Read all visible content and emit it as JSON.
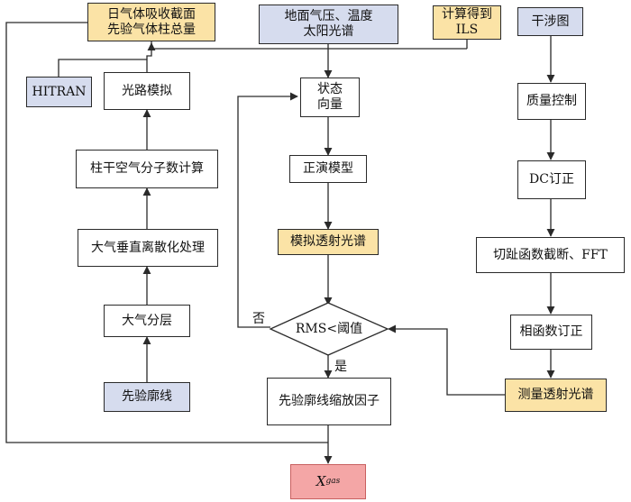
{
  "nodes": {
    "absorption_cross_section": "日气体吸收截面\n先验气体柱总量",
    "surface_pressure": "地面气压、温度\n太阳光谱",
    "compute_ils": "计算得到\nILS",
    "interferogram": "干涉图",
    "hitran": "HITRAN",
    "path_simulation": "光路模拟",
    "state_vector": "状态\n向量",
    "quality_control": "质量控制",
    "column_dry_air": "柱干空气分子数计算",
    "forward_model": "正演模型",
    "dc_correction": "DC订正",
    "rayleigh_scattering": "大气垂直离散化处理",
    "simulated_spectrum": "模拟透射光谱",
    "apodization_fft": "切趾函数截断、FFT",
    "layering": "大气分层",
    "decision": "RMS<阈值",
    "phase_correction": "相函数订正",
    "prior_profile": "先验廓线",
    "scaling_factor": "先验廓线缩放因子",
    "measured_spectrum": "测量透射光谱",
    "result_main": "X",
    "result_sub": "gas"
  },
  "labels": {
    "no": "否",
    "yes": "是"
  },
  "colors": {
    "blue_fill": "#d6dcee",
    "yellow_fill": "#fbe3a6",
    "pink_fill": "#f4a6a6",
    "line": "#2a2a2a"
  }
}
